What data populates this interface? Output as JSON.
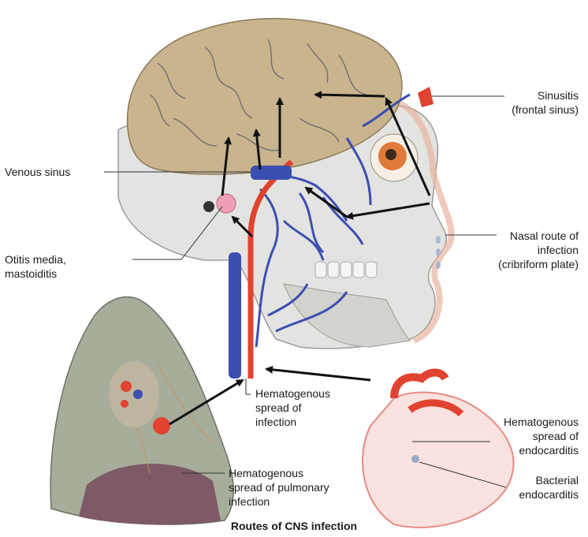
{
  "figure": {
    "caption": "Routes of CNS infection"
  },
  "labels": {
    "sinusitis_1": "Sinusitis",
    "sinusitis_2": "(frontal sinus)",
    "venous_sinus": "Venous sinus",
    "nasal_1": "Nasal route of",
    "nasal_2": "infection",
    "nasal_3": "(cribriform plate)",
    "otitis_1": "Otitis media,",
    "otitis_2": "mastoiditis",
    "hema_1": "Hematogenous",
    "hema_2": "spread of",
    "hema_3": "infection",
    "endo_1": "Hematogenous",
    "endo_2": "spread of",
    "endo_3": "endocarditis",
    "bact_1": "Bacterial",
    "bact_2": "endocarditis",
    "pulm_1": "Hematogenous",
    "pulm_2": "spread of pulmonary",
    "pulm_3": "infection"
  },
  "colors": {
    "brain": "#c9b48e",
    "brain_outline": "#8a7a5a",
    "skull": "#e3e3e1",
    "skin": "#f4d9c8",
    "artery": "#e0432f",
    "vein": "#3a4fb0",
    "lung": "#a7ad9b",
    "heart": "#f2b7b0",
    "arrow": "#111111"
  }
}
